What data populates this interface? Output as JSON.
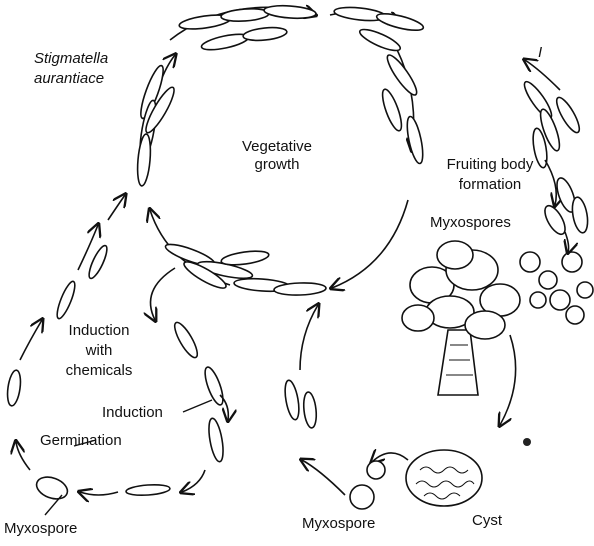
{
  "organism": [
    "Stigmatella",
    "aurantiace"
  ],
  "stages": {
    "vegetative": [
      "Vegetative",
      "growth"
    ],
    "fruiting": [
      "Fruiting body",
      "formation"
    ],
    "myxospores_top": "Myxospores",
    "induction_chem": [
      "Induction",
      "with",
      "chemicals"
    ],
    "induction": "Induction",
    "germination": "Germination",
    "myxospore_left": "Myxospore",
    "myxospore_bottom": "Myxospore",
    "cyst": "Cyst",
    "mark": "I"
  },
  "colors": {
    "ink": "#111111",
    "background": "#ffffff"
  }
}
